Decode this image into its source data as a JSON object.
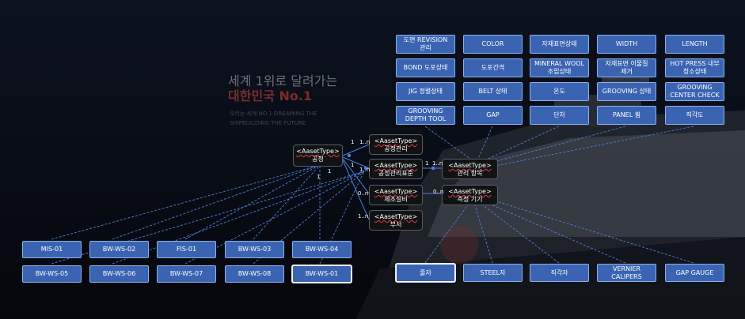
{
  "hero": {
    "line1": "세계 1위로 달려가는",
    "line2": "대한민국 No.1",
    "small": "우리는 세계 NO.1 DREAMING THE SHIPBUILDING THE FUTURE"
  },
  "nodes": {
    "gongjeong": {
      "type": "<AasetType>",
      "name": "공정"
    },
    "gongjeong_gwanri": {
      "type": "<AasetType>",
      "name": "공정관리"
    },
    "gongjeong_pyojun": {
      "type": "<AasetType>",
      "name": "공정관리표준"
    },
    "jejo_seolbi": {
      "type": "<AasetType>",
      "name": "제조설비"
    },
    "buseo": {
      "type": "<AasetType>",
      "name": "부서"
    },
    "gwanri_hangmok": {
      "type": "<AasetType>",
      "name": "관리 항목"
    },
    "cheukjeong_gigi": {
      "type": "<AasetType>",
      "name": "측정 기기"
    }
  },
  "multiplicities": {
    "m1_left": "1",
    "m1_right": "1..n",
    "m2_left": "1",
    "m2_right": "1..n",
    "m3_left": "1",
    "m3_right": "1..n",
    "m4": "0..n",
    "m5": "1..n",
    "m6": "0..n",
    "m7": "1",
    "m8": "1"
  },
  "attributes": [
    "도면 REVISION\n관리",
    "COLOR",
    "자재표면상태",
    "WIDTH",
    "LENGTH",
    "BOND 도포상태",
    "도포간격",
    "MINERAL WOOL\n조립상태",
    "자재표면 이물질\n제거",
    "HOT PRESS 내부\n청소상태",
    "JIG 정렬상태",
    "BELT 상태",
    "온도",
    "GROOVING 상태",
    "GROOVING\nCENTER CHECK",
    "GROOVING\nDEPTH TOOL",
    "GAP",
    "단차",
    "PANEL 휨",
    "직각도"
  ],
  "instruments": [
    "줄자",
    "STEEL자",
    "직각자",
    "VERNIER CALIPERS",
    "GAP GAUGE"
  ],
  "equipment_row1": [
    "MIS-01",
    "BW-WS-02",
    "FIS-01",
    "BW-WS-03",
    "BW-WS-04"
  ],
  "equipment_row2": [
    "BW-WS-05",
    "BW-WS-06",
    "BW-WS-07",
    "BW-WS-08",
    "BW-WS-01"
  ],
  "colors": {
    "box_fill": "#3a64b2",
    "box_border": "#8fb0ea",
    "connector": "#4f7fe0",
    "node_fill": "#111214"
  }
}
